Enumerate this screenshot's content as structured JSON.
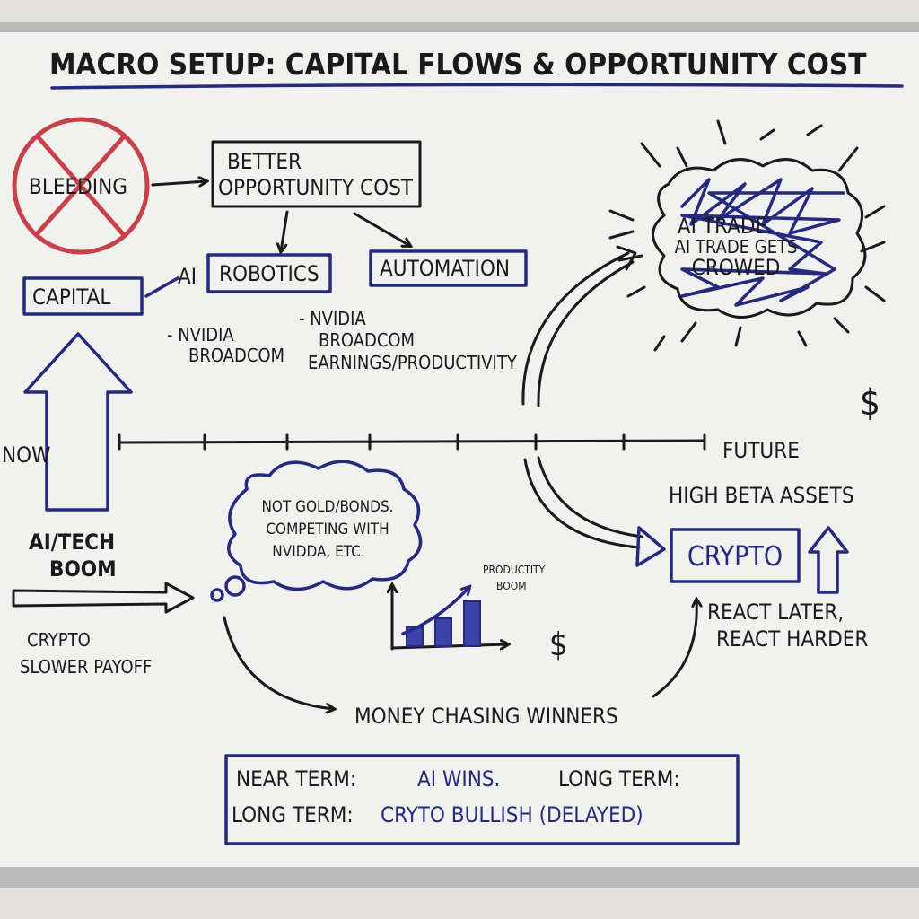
{
  "title": "MACRO SETUP: CAPITAL FLOWS & OPPORTUNITY COST",
  "colors": {
    "board": "#f1f1ef",
    "blue_marker": "#262a7e",
    "red_marker": "#c8414a",
    "black_marker": "#1a1a1a"
  },
  "bleeding": {
    "label": "BLEEDING",
    "icon": "crossed-circle"
  },
  "opportunity_box": {
    "line1": "BETTER",
    "line2": "OPPORTUNITY COST"
  },
  "robotics": {
    "prefix": "AI",
    "label": "ROBOTICS"
  },
  "automation": {
    "label": "AUTOMATION"
  },
  "capital": {
    "label": "CAPITAL"
  },
  "notes_left": {
    "line1": "- NVIDIA",
    "line2": "BROADCOM"
  },
  "notes_right": {
    "line1": "- NVIDIA",
    "line2": "BROADCOM",
    "line3": "EARNINGS/PRODUCTIVITY"
  },
  "timeline": {
    "start": "NOW",
    "end": "FUTURE"
  },
  "ai_tech_boom": {
    "line1": "AI/TECH",
    "line2": "BOOM"
  },
  "crypto_slow": {
    "line1": "CRYPTO",
    "line2": "SLOWER PAYOFF"
  },
  "thought_cloud": {
    "line1": "NOT GOLD/BONDS.",
    "line2": "COMPETING WITH",
    "line3": "NVIDDA, ETC."
  },
  "mini_chart": {
    "label1": "PRODUCTITY",
    "label2": "BOOM",
    "bars": [
      1,
      2,
      4
    ]
  },
  "dollar": "$",
  "ai_trade_cloud": {
    "line1": "AI TRADE",
    "line2": "AI TRADE GETS",
    "line3": "CROWED"
  },
  "high_beta": "HIGH BETA ASSETS",
  "crypto_box": "CRYPTO",
  "react": {
    "line1": "REACT LATER,",
    "line2": "REACT HARDER"
  },
  "money_chasing": "MONEY CHASING WINNERS",
  "summary": {
    "near_label": "NEAR TERM:",
    "near_value": "AI WINS.",
    "long_label_1": "LONG TERM:",
    "long_label_2": "LONG TERM:",
    "long_value": "CRYTO BULLISH (DELAYED)"
  }
}
